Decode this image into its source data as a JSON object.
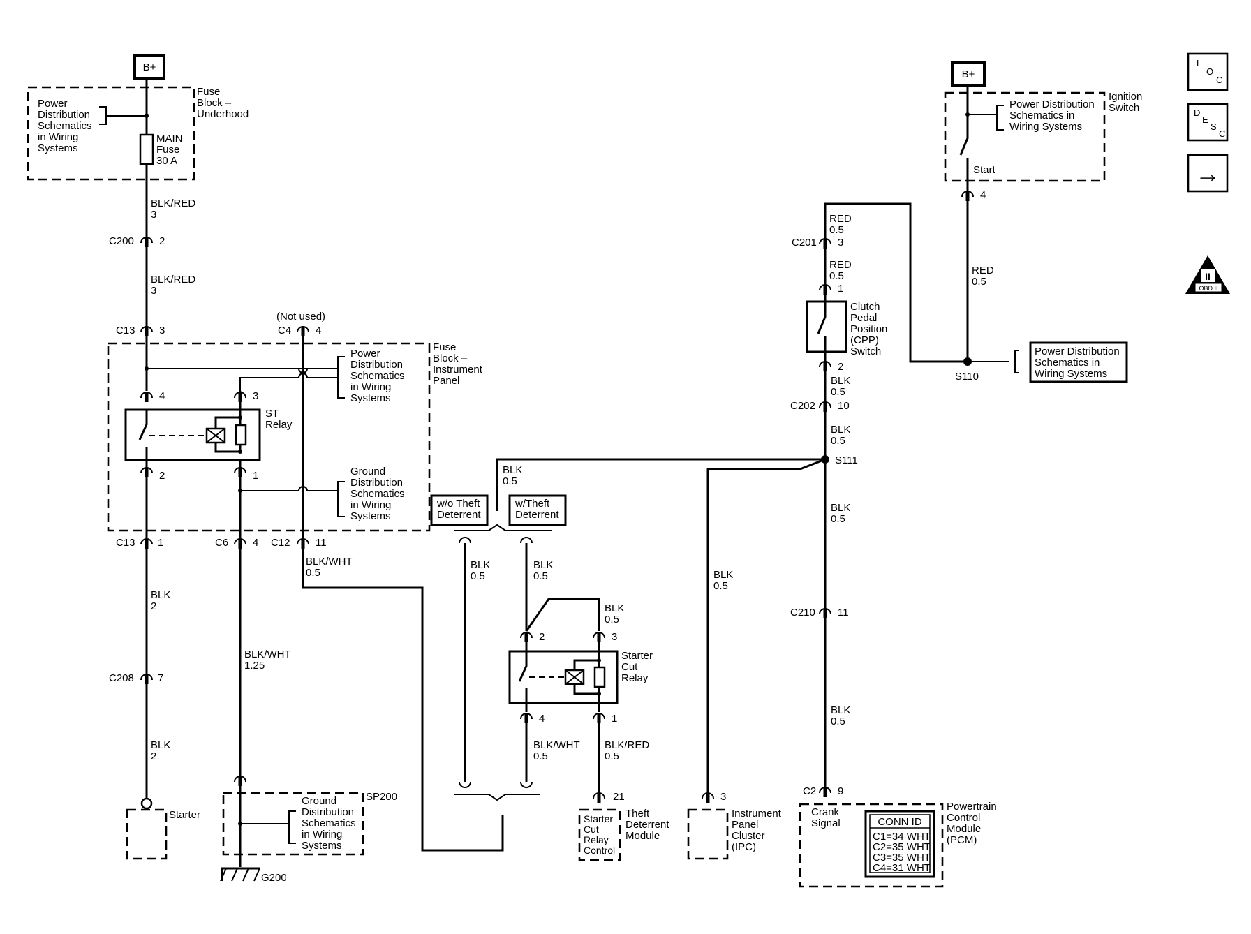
{
  "labels": {
    "b_plus": "B+",
    "fb_underhood": [
      "Fuse",
      "Block –",
      "Underhood"
    ],
    "pwr_dist": [
      "Power",
      "Distribution",
      "Schematics",
      "in Wiring",
      "Systems"
    ],
    "main_fuse": [
      "MAIN",
      "Fuse",
      "30 A"
    ],
    "ign_pwr_dist": [
      "Power Distribution",
      "Schematics in",
      "Wiring Systems"
    ],
    "ign_switch": [
      "Ignition",
      "Switch"
    ],
    "start": "Start",
    "fb_ip": [
      "Fuse",
      "Block –",
      "Instrument",
      "Panel"
    ],
    "st_relay": [
      "ST",
      "Relay"
    ],
    "gnd_dist": [
      "Ground",
      "Distribution",
      "Schematics",
      "in Wiring",
      "Systems"
    ],
    "not_used": "(Not used)",
    "wo_theft": [
      "w/o Theft",
      "Deterrent"
    ],
    "w_theft": [
      "w/Theft",
      "Deterrent"
    ],
    "starter_cut": [
      "Starter",
      "Cut",
      "Relay"
    ],
    "cpp": [
      "Clutch",
      "Pedal",
      "Position",
      "(CPP)",
      "Switch"
    ],
    "s110_box": [
      "Power Distribution",
      "Schematics in",
      "Wiring Systems"
    ],
    "s110": "S110",
    "s111": "S111",
    "starter": "Starter",
    "sp200": "SP200",
    "g200": "G200",
    "tdm_pin": [
      "Starter",
      "Cut",
      "Relay",
      "Control"
    ],
    "tdm": [
      "Theft",
      "Deterrent",
      "Module"
    ],
    "ipc": [
      "Instrument",
      "Panel",
      "Cluster",
      "(IPC)"
    ],
    "crank": [
      "Crank",
      "Signal"
    ],
    "pcm": [
      "Powertrain",
      "Control",
      "Module",
      "(PCM)"
    ],
    "conn_id": "CONN ID",
    "conn_rows": [
      "C1=34 WHT",
      "C2=35 WHT",
      "C3=35 WHT",
      "C4=31 WHT"
    ]
  },
  "connectors": {
    "c200": "C200",
    "c200_pin": "2",
    "c13a": "C13",
    "c13a_pin": "3",
    "c4": "C4",
    "c4_pin": "4",
    "st_pin4": "4",
    "st_pin3": "3",
    "st_pin2": "2",
    "st_pin1": "1",
    "c13b": "C13",
    "c13b_pin": "1",
    "c6": "C6",
    "c6_pin": "4",
    "c12": "C12",
    "c12_pin": "11",
    "c208": "C208",
    "c208_pin": "7",
    "sc_pin2": "2",
    "sc_pin3": "3",
    "sc_pin4": "4",
    "sc_pin1": "1",
    "tdm_pin": "21",
    "ipc_pin": "3",
    "c201": "C201",
    "c201_pin": "3",
    "cpp_pin1": "1",
    "cpp_pin2": "2",
    "c202": "C202",
    "c202_pin": "10",
    "c210": "C210",
    "c210_pin": "11",
    "c2": "C2",
    "c2_pin": "9",
    "ign_pin": "4"
  },
  "wires": {
    "w1": [
      "BLK/RED",
      "3"
    ],
    "w2": [
      "BLK/RED",
      "3"
    ],
    "w3": [
      "BLK",
      "2"
    ],
    "w4": [
      "BLK",
      "2"
    ],
    "w5": [
      "BLK/WHT",
      "1.25"
    ],
    "w6": [
      "BLK/WHT",
      "0.5"
    ],
    "w7": [
      "BLK",
      "0.5"
    ],
    "w8": [
      "BLK",
      "0.5"
    ],
    "w9": [
      "BLK",
      "0.5"
    ],
    "w10": [
      "BLK",
      "0.5"
    ],
    "w11": [
      "BLK/WHT",
      "0.5"
    ],
    "w12": [
      "BLK/RED",
      "0.5"
    ],
    "w13": [
      "BLK",
      "0.5"
    ],
    "w14": [
      "RED",
      "0.5"
    ],
    "w15": [
      "RED",
      "0.5"
    ],
    "w16": [
      "RED",
      "0.5"
    ],
    "w17": [
      "BLK",
      "0.5"
    ],
    "w18": [
      "BLK",
      "0.5"
    ],
    "w19": [
      "BLK",
      "0.5"
    ],
    "w20": [
      "BLK",
      "0.5"
    ]
  },
  "nav": {
    "loc": [
      "L",
      "O",
      "C"
    ],
    "desc": [
      "D",
      "E",
      "S",
      "C"
    ],
    "next": "→",
    "obd": "OBD II",
    "obd_mark": "II"
  }
}
